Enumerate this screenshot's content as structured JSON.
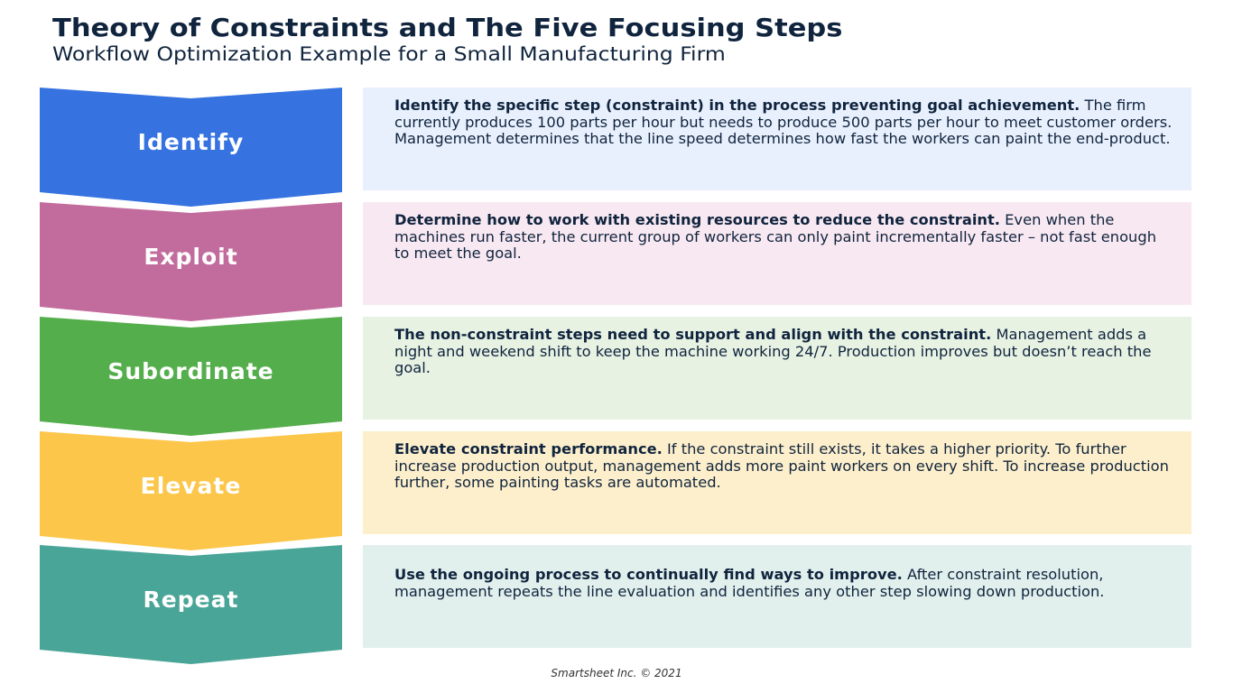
{
  "title": "Theory of Constraints and The Five Focusing Steps",
  "subtitle": "Workflow Optimization Example for a Small Manufacturing Firm",
  "steps": [
    {
      "label": "Identify",
      "color": "#3673e0",
      "panel_color": "#e8f0fd",
      "lead": "Identify the specific step (constraint) in the process preventing goal achievement.",
      "body": " The firm currently produces 100 parts per hour but needs to produce 500 parts per hour to meet customer orders. Management determines that the line speed determines how fast the workers can paint the end-product."
    },
    {
      "label": "Exploit",
      "color": "#c26c9d",
      "panel_color": "#f8e8f1",
      "lead": "Determine how to work with existing resources to reduce the constraint.",
      "body": " Even when the machines run faster, the current group of workers can only paint incrementally faster – not fast enough to meet the goal."
    },
    {
      "label": "Subordinate",
      "color": "#55ae4c",
      "panel_color": "#e7f2e3",
      "lead": "The non-constraint steps need to support and align with the constraint.",
      "body": " Management adds a night and weekend shift to keep the machine working 24/7. Production improves but doesn’t reach the goal."
    },
    {
      "label": "Elevate",
      "color": "#fcc64a",
      "panel_color": "#fdefcb",
      "lead": "Elevate constraint performance.",
      "body": " If the constraint still exists, it takes a higher priority. To further increase production output, management adds more paint workers on every shift. To increase production further, some painting tasks are automated."
    },
    {
      "label": "Repeat",
      "color": "#49a597",
      "panel_color": "#e2f0ed",
      "lead": "Use the ongoing process to continually find ways to improve.",
      "body": " After constraint resolution, management repeats the line evaluation and identifies any other step slowing down production."
    }
  ],
  "footer": "Smartsheet Inc. © 2021"
}
